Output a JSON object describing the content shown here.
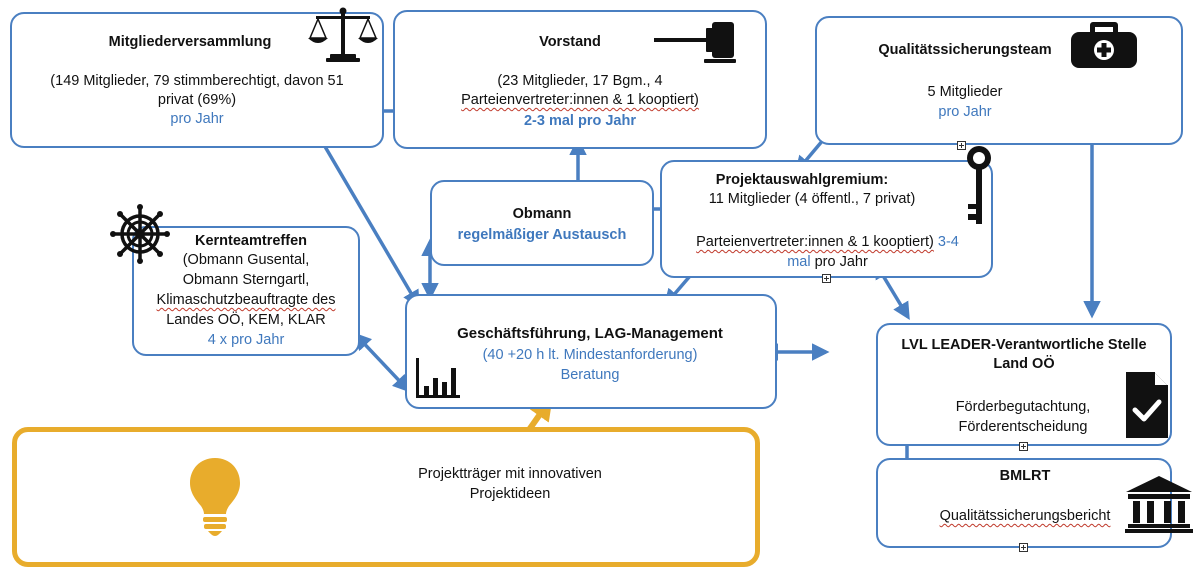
{
  "boxes": {
    "mitglieder": {
      "title": "Mitgliederversammlung",
      "line1": "(149 Mitglieder, 79 stimmberechtigt, davon 51",
      "line2": "privat (69%)",
      "freq": "pro Jahr"
    },
    "vorstand": {
      "title": "Vorstand",
      "line1": "(23 Mitglieder, 17 Bgm., 4",
      "line2": "Parteienvertreter:innen & 1 kooptiert)",
      "freq": "2-3 mal pro Jahr"
    },
    "qs": {
      "title": "Qualitätssicherungsteam",
      "line1": "5 Mitglieder",
      "freq": "pro Jahr"
    },
    "obmann": {
      "title": "Obmann",
      "freq": "regelmäßiger Austausch"
    },
    "projekt": {
      "title": "Projektauswahlgremium:",
      "line1": "11 Mitglieder (4 öffentl., 7 privat)",
      "line2": "Parteienvertreter:innen & 1 kooptiert)",
      "freq_a": "3-4",
      "freq_b": "mal",
      "freq_c": "pro Jahr"
    },
    "kernteam": {
      "title": "Kernteamtreffen",
      "line1": "(Obmann Gusental,",
      "line2": "Obmann Sterngartl,",
      "line3": "Klimaschutzbeauftragte des",
      "line4": "Landes OÖ, KEM, KLAR",
      "freq": "4 x pro Jahr"
    },
    "gf": {
      "title": "Geschäftsführung, LAG-Management",
      "line1": "(40 +20 h lt. Mindestanforderung)",
      "line2": "Beratung"
    },
    "lvl": {
      "title1": "LVL LEADER-Verantwortliche Stelle",
      "title2": "Land OÖ",
      "line1": "Förderbegutachtung,",
      "line2": "Förderentscheidung"
    },
    "bmlrt": {
      "title": "BMLRT",
      "line1": "Qualitätssicherungsbericht"
    },
    "traeger": {
      "line1": "Projektträger mit innovativen",
      "line2": "Projektideen"
    }
  },
  "colors": {
    "border": "#4a7fc1",
    "text_blue": "#3f78bd",
    "arrow_gold": "#e8ac2c",
    "gold_border": "#e8ac2c"
  },
  "icons": [
    "scales-icon",
    "gavel-icon",
    "medical-bag-icon",
    "key-icon",
    "ship-wheel-icon",
    "bar-chart-icon",
    "document-check-icon",
    "government-building-icon",
    "light-bulb-icon"
  ]
}
